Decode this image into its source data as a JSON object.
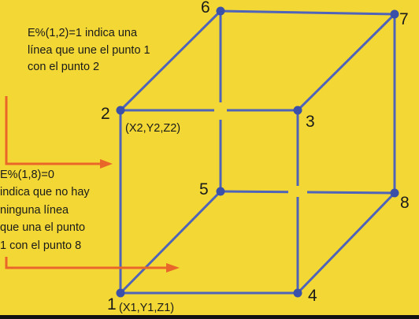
{
  "annotations": {
    "note1": [
      "E%(1,2)=1 indica una",
      "línea que une el punto 1",
      "con el punto 2"
    ],
    "note2": [
      "E%(1,8)=0",
      "indica que no hay",
      "ninguna línea",
      "que una el punto",
      "1 con el punto 8"
    ]
  },
  "points": {
    "p1": "1",
    "p2": "2",
    "p3": "3",
    "p4": "4",
    "p5": "5",
    "p6": "6",
    "p7": "7",
    "p8": "8"
  },
  "coords": {
    "p1": "(X1,Y1,Z1)",
    "p2": "(X2,Y2,Z2)"
  },
  "colors": {
    "background": "#f3d835",
    "edge": "#4f63b8",
    "vertex": "#3b50a8",
    "arrow": "#e8662a",
    "bottom_bar": "#111111"
  }
}
